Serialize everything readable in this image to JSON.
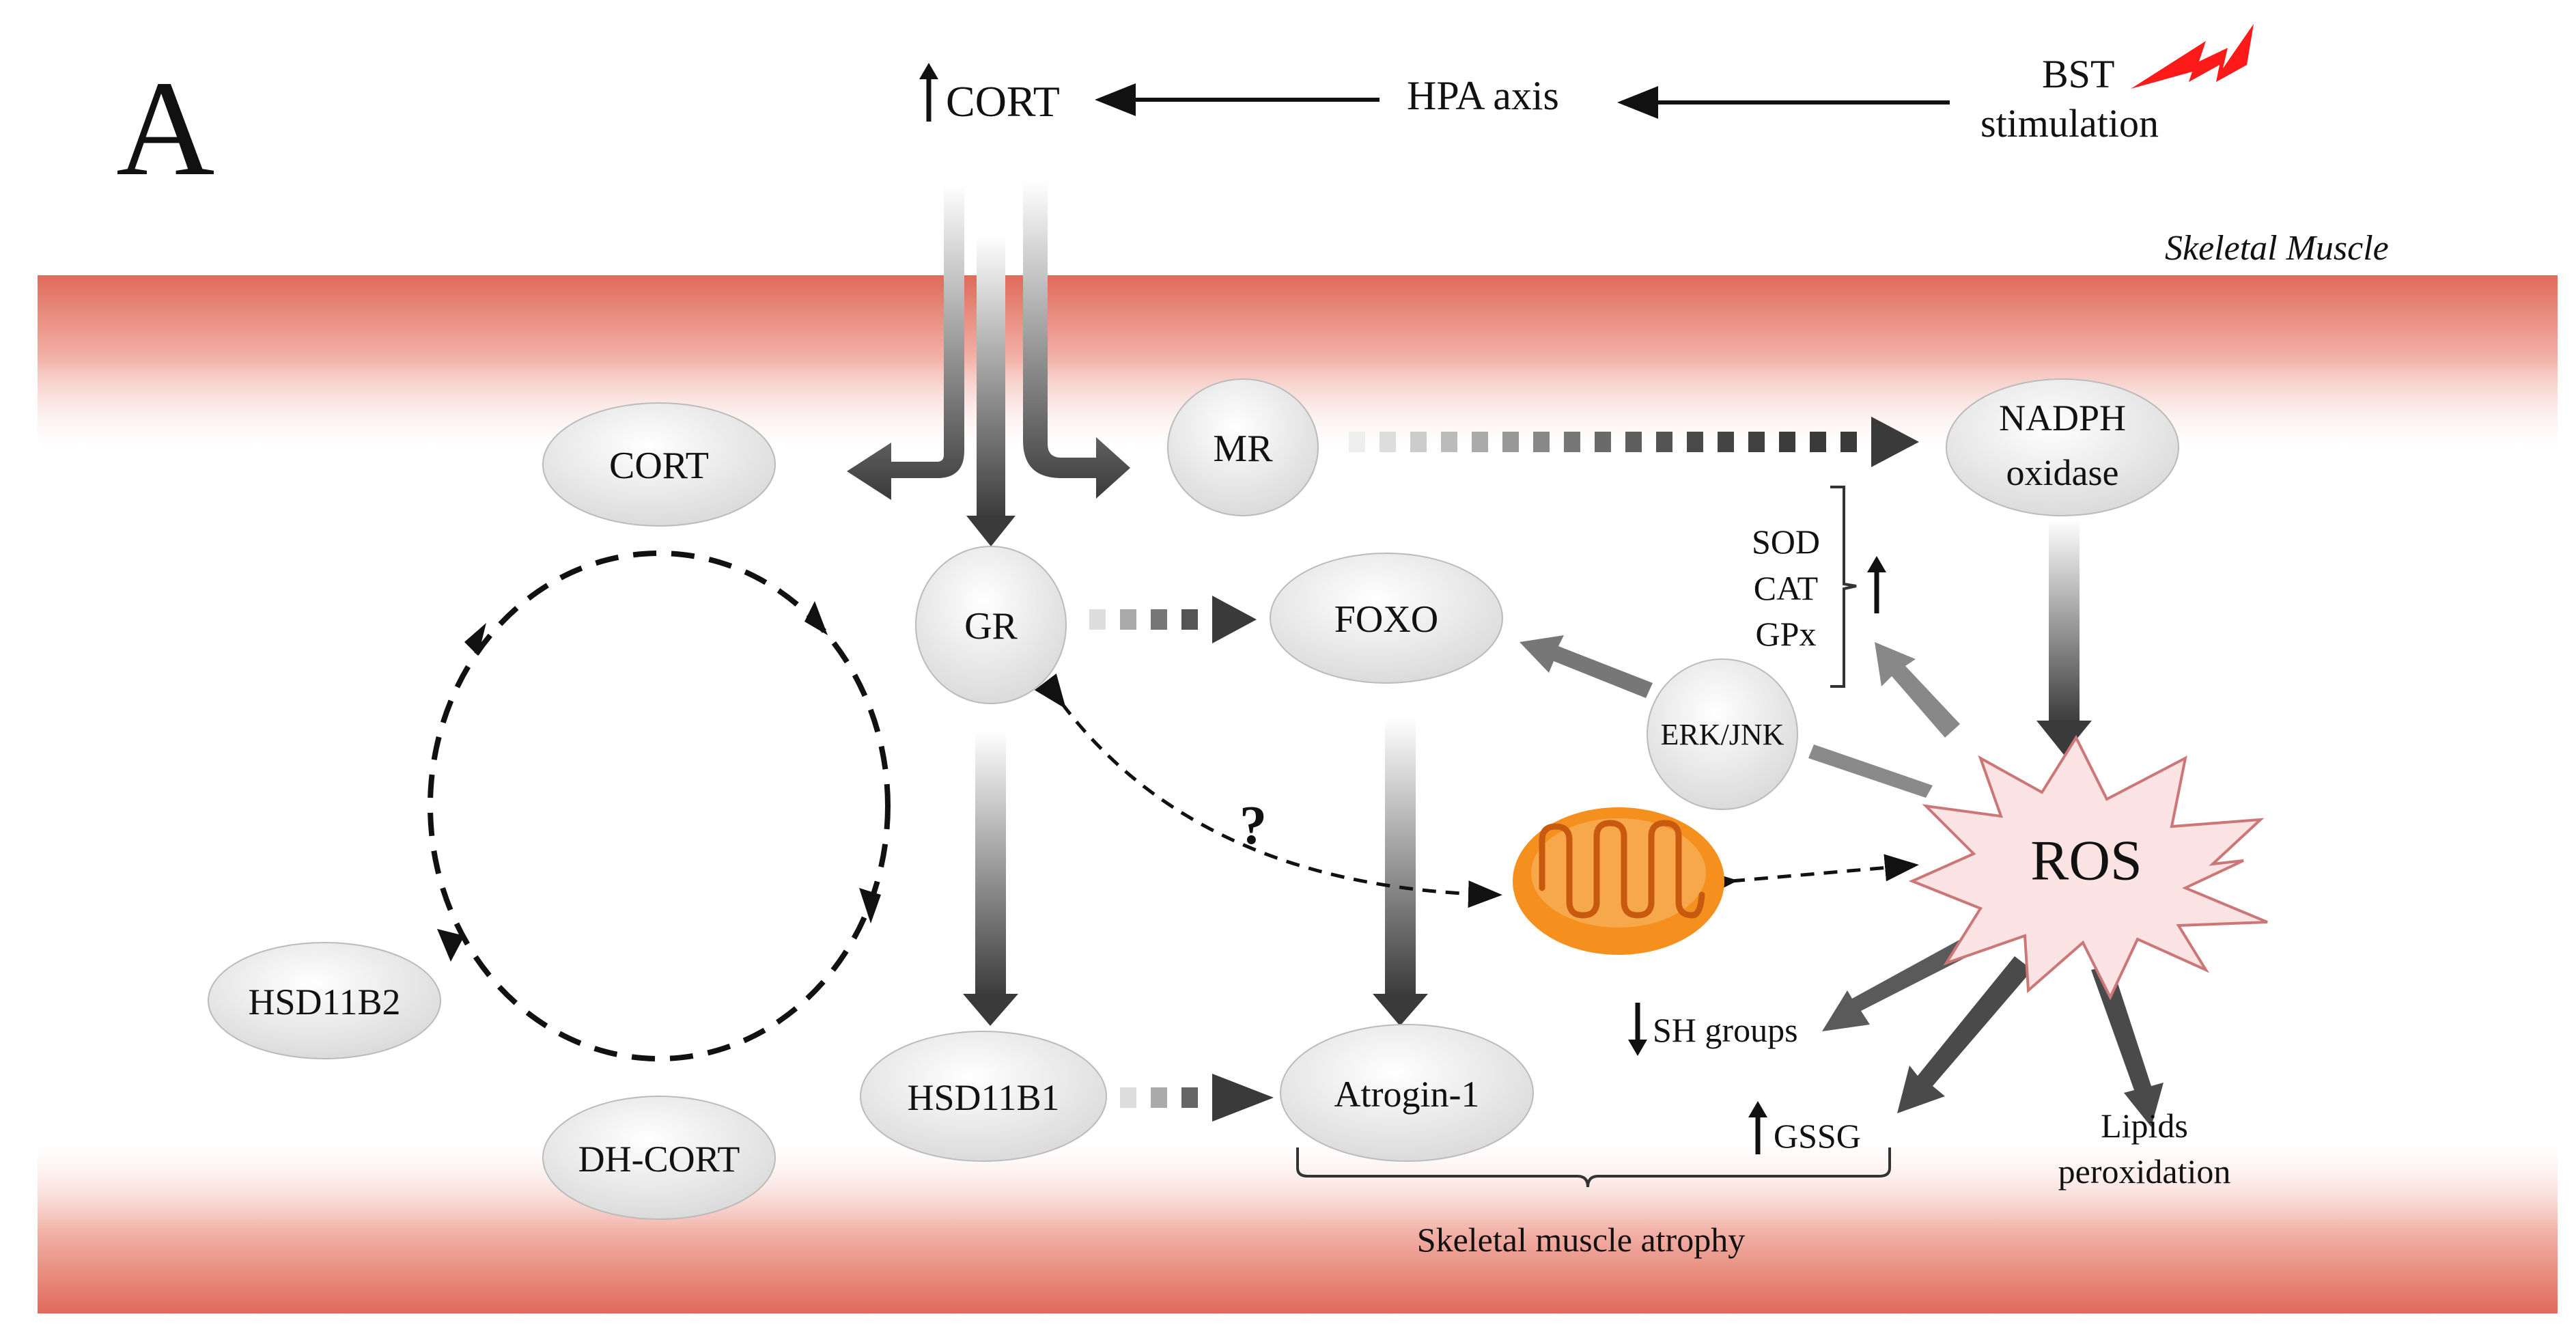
{
  "panel_letter": "A",
  "top_flow": {
    "cort_label": "CORT",
    "hpa_label": "HPA axis",
    "bst_line1": "BST",
    "bst_line2": "stimulation"
  },
  "region_label": "Skeletal Muscle",
  "nodes": {
    "cort": "CORT",
    "mr": "MR",
    "nadph_line1": "NADPH",
    "nadph_line2": "oxidase",
    "gr": "GR",
    "foxo": "FOXO",
    "erk_jnk": "ERK/JNK",
    "hsd11b2": "HSD11B2",
    "hsd11b1": "HSD11B1",
    "dh_cort": "DH-CORT",
    "atrogin": "Atrogin-1",
    "ros": "ROS"
  },
  "antioxidants": [
    "SOD",
    "CAT",
    "GPx"
  ],
  "question_mark": "?",
  "outcomes": {
    "sh_groups": "SH groups",
    "gssg": "GSSG",
    "lipids_line1": "Lipids",
    "lipids_line2": "peroxidation",
    "atrophy": "Skeletal muscle atrophy"
  },
  "colors": {
    "muscle_band": "#e07060",
    "node_fill": "#e8e8e8",
    "ros_fill": "#fbe3e3",
    "ros_stroke": "#c77",
    "mito_outer": "#f5901e",
    "mito_inner": "#c85a10",
    "lightning": "#ff1a1a",
    "arrow_dark": "#3a3a3a"
  }
}
